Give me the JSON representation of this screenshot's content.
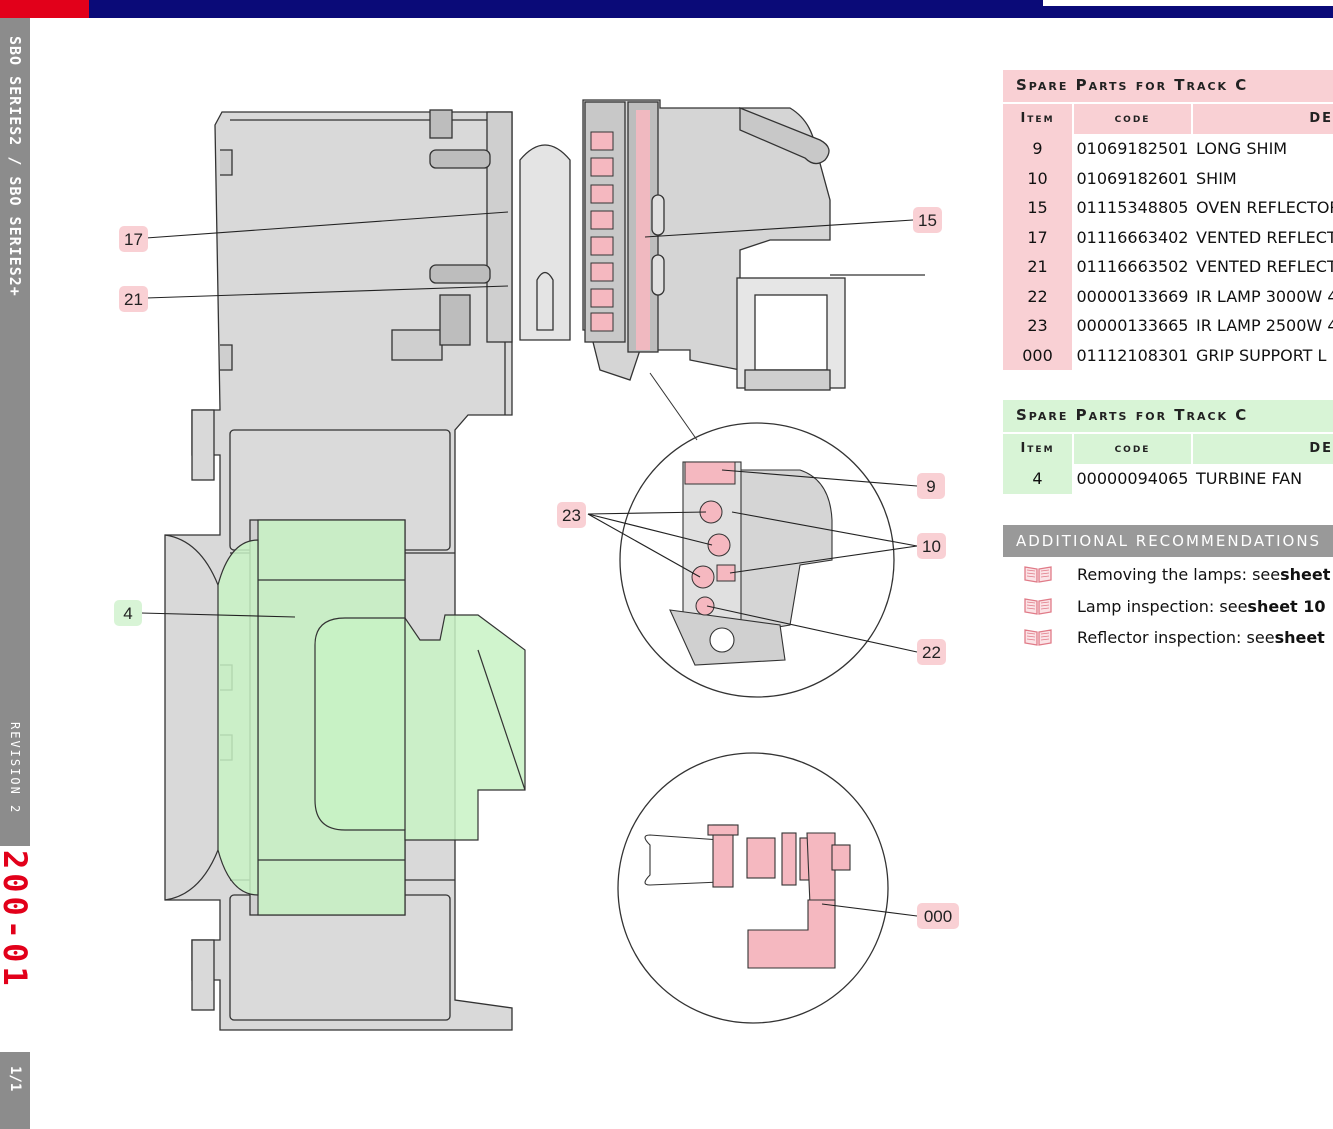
{
  "sidebar": {
    "series": "SBO SERIES2 / SBO SERIES2+",
    "revision": "REVISION 2",
    "code": "200-01",
    "page": "1/1"
  },
  "callouts": {
    "c17": "17",
    "c21": "21",
    "c15": "15",
    "c4": "4",
    "c23": "23",
    "c9": "9",
    "c10": "10",
    "c22": "22",
    "c000": "000"
  },
  "table1": {
    "title": "Spare Parts for Track C",
    "headers": [
      "Item",
      "code",
      "DE"
    ],
    "rows": [
      {
        "item": "9",
        "code": "01069182501",
        "desc": "LONG SHIM"
      },
      {
        "item": "10",
        "code": "01069182601",
        "desc": "SHIM"
      },
      {
        "item": "15",
        "code": "01115348805",
        "desc": "OVEN REFLECTOR"
      },
      {
        "item": "17",
        "code": "01116663402",
        "desc": "VENTED REFLECTOR"
      },
      {
        "item": "21",
        "code": "01116663502",
        "desc": "VENTED REFLECTOR"
      },
      {
        "item": "22",
        "code": "00000133669",
        "desc": "IR LAMP 3000W 4"
      },
      {
        "item": "23",
        "code": "00000133665",
        "desc": "IR LAMP 2500W 4"
      },
      {
        "item": "000",
        "code": "01112108301",
        "desc": "GRIP SUPPORT L"
      }
    ]
  },
  "table2": {
    "title": "Spare Parts for Track C",
    "headers": [
      "Item",
      "code",
      "DE"
    ],
    "rows": [
      {
        "item": "4",
        "code": "00000094065",
        "desc": "TURBINE FAN"
      }
    ]
  },
  "recommendations": {
    "title": "ADDITIONAL RECOMMENDATIONS",
    "items": [
      {
        "text": "Removing the lamps: see ",
        "ref": "sheet"
      },
      {
        "text": "Lamp inspection: see ",
        "ref": "sheet 10"
      },
      {
        "text": "Reflector inspection: see ",
        "ref": "sheet"
      }
    ]
  },
  "colors": {
    "brand_red": "#e2001a",
    "navy": "#0a0a78",
    "pink_highlight": "#f9d0d4",
    "green_highlight": "#d8f4d6"
  }
}
